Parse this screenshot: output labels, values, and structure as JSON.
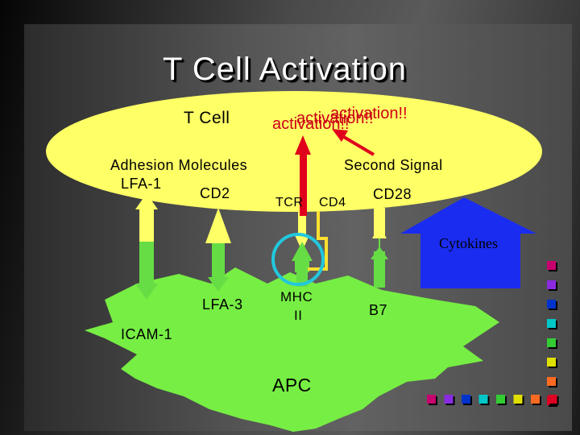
{
  "slide": {
    "title": "T Cell Activation"
  },
  "diagram": {
    "t_cell_label": "T Cell",
    "activation_text_1": "activation!!",
    "activation_text_2": "activation!!",
    "activation_text_3": "activation!!",
    "adhesion_label": "Adhesion Molecules",
    "lfa1_label": "LFA-1",
    "cd2_label": "CD2",
    "tcr_label": "TCR",
    "cd4_label": "CD4",
    "cd28_label": "CD28",
    "second_signal_label": "Second Signal",
    "cytokines_label": "Cytokines",
    "lfa3_label": "LFA-3",
    "mhc_label_1": "MHC",
    "mhc_label_2": "II",
    "b7_label": "B7",
    "icam1_label": "ICAM-1",
    "apc_label": "APC"
  },
  "colors": {
    "t_cell": "#ffff66",
    "apc": "#77ee44",
    "arrow_red": "#e0001c",
    "cytokine_blue": "#1a2cf0",
    "mhc_circle": "#22c8dd",
    "cd4_frame": "#ffe030"
  },
  "decorative_squares": {
    "right_column": [
      "#c8006e",
      "#8a2be2",
      "#0033cc",
      "#00c8c8",
      "#33cc33",
      "#e0e000",
      "#ff6a22",
      "#dd0022"
    ],
    "bottom_row": [
      "#c8006e",
      "#8a2be2",
      "#0033cc",
      "#00c8c8",
      "#33cc33",
      "#e0e000",
      "#ff6a22",
      "#dd0022"
    ]
  }
}
